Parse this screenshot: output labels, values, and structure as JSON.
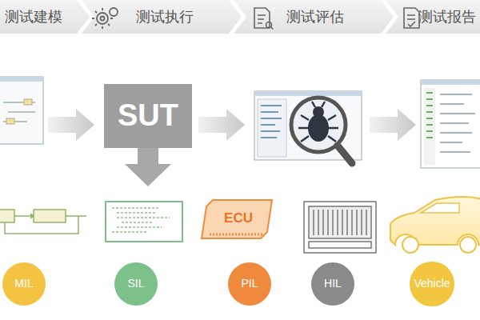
{
  "diagram": {
    "nodes": [
      {
        "text": [
          "测试建模"
        ]
      },
      {
        "text": [
          "测试执行"
        ]
      },
      {
        "text": [
          "测试评估"
        ]
      },
      {
        "text": [
          "测试报告"
        ]
      },
      {
        "text": [
          "SUT"
        ]
      },
      {
        "text": [
          "ECU"
        ]
      },
      {
        "text": [
          "MIL"
        ]
      },
      {
        "text": [
          "SIL"
        ]
      },
      {
        "text": [
          "PIL"
        ]
      },
      {
        "text": [
          "HIL"
        ]
      },
      {
        "text": [
          "Vehicle"
        ]
      }
    ]
  }
}
